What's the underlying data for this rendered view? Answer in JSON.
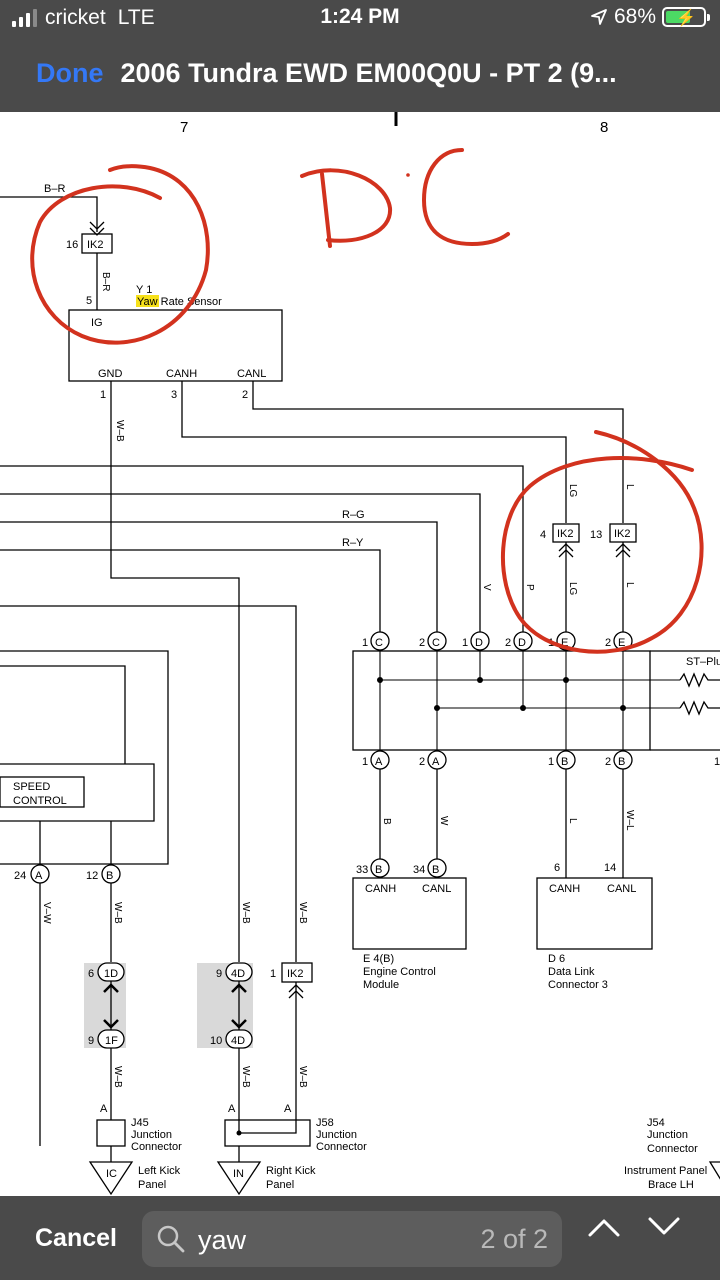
{
  "status_bar": {
    "carrier": "cricket",
    "network": "LTE",
    "time": "1:24 PM",
    "battery_percent": "68%",
    "battery_level": 0.68
  },
  "nav": {
    "done_label": "Done",
    "title": "2006 Tundra EWD EM00Q0U - PT 2 (9..."
  },
  "diagram": {
    "column_7": "7",
    "column_8": "8",
    "handwritten_note": "DC",
    "wire_b_r": "B–R",
    "pin_16": "16",
    "ik2": "IK2",
    "pin_5": "5",
    "y1_id": "Y 1",
    "yaw_highlight": "Yaw",
    "y1_rest": " Rate Sensor",
    "ig": "IG",
    "gnd": "GND",
    "canh": "CANH",
    "canl": "CANL",
    "pin_1": "1",
    "pin_3": "3",
    "pin_2": "2",
    "wire_w_b": "W–B",
    "wire_lg": "LG",
    "wire_l": "L",
    "pin_4": "4",
    "pin_13": "13",
    "wire_r_g": "R–G",
    "wire_r_y": "R–Y",
    "wire_v": "V",
    "wire_p": "P",
    "conn_c": "C",
    "conn_d": "D",
    "conn_e": "E",
    "conn_a": "A",
    "conn_b": "B",
    "st_plus": "ST–Plu",
    "speed_control_1": "SPEED",
    "speed_control_2": "CONTROL",
    "pin_24": "24",
    "pin_12": "12",
    "wire_v_w": "V–W",
    "wire_b": "B",
    "wire_w": "W",
    "wire_w_l": "W–L",
    "pin_33": "33",
    "pin_34": "34",
    "pin_6": "6",
    "pin_14": "14",
    "ecm_id": "E 4(B)",
    "ecm_name_1": "Engine Control",
    "ecm_name_2": "Module",
    "dlc_id": "D 6",
    "dlc_name_1": "Data Link",
    "dlc_name_2": "Connector 3",
    "pin_9": "9",
    "pin_10": "10",
    "c_1d": "1D",
    "c_1f": "1F",
    "c_4d": "4D",
    "j45_id": "J45",
    "junction": "Junction",
    "connector": "Connector",
    "j58_id": "J58",
    "j54_id": "J54",
    "ground_ic": "IC",
    "ground_in": "IN",
    "left_kick_1": "Left Kick",
    "left_kick_2": "Panel",
    "right_kick_1": "Right Kick",
    "right_kick_2": "Panel",
    "inst_panel_1": "Instrument Panel",
    "inst_panel_2": "Brace LH"
  },
  "colors": {
    "toolbar_bg": "#4a4a4a",
    "done_blue": "#3478f6",
    "annotation_red": "#d2321e",
    "highlight_yellow": "#f7e11a",
    "splice_gray": "#d9d9d9"
  },
  "search": {
    "cancel_label": "Cancel",
    "query": "yaw",
    "match_count": "2 of 2"
  }
}
